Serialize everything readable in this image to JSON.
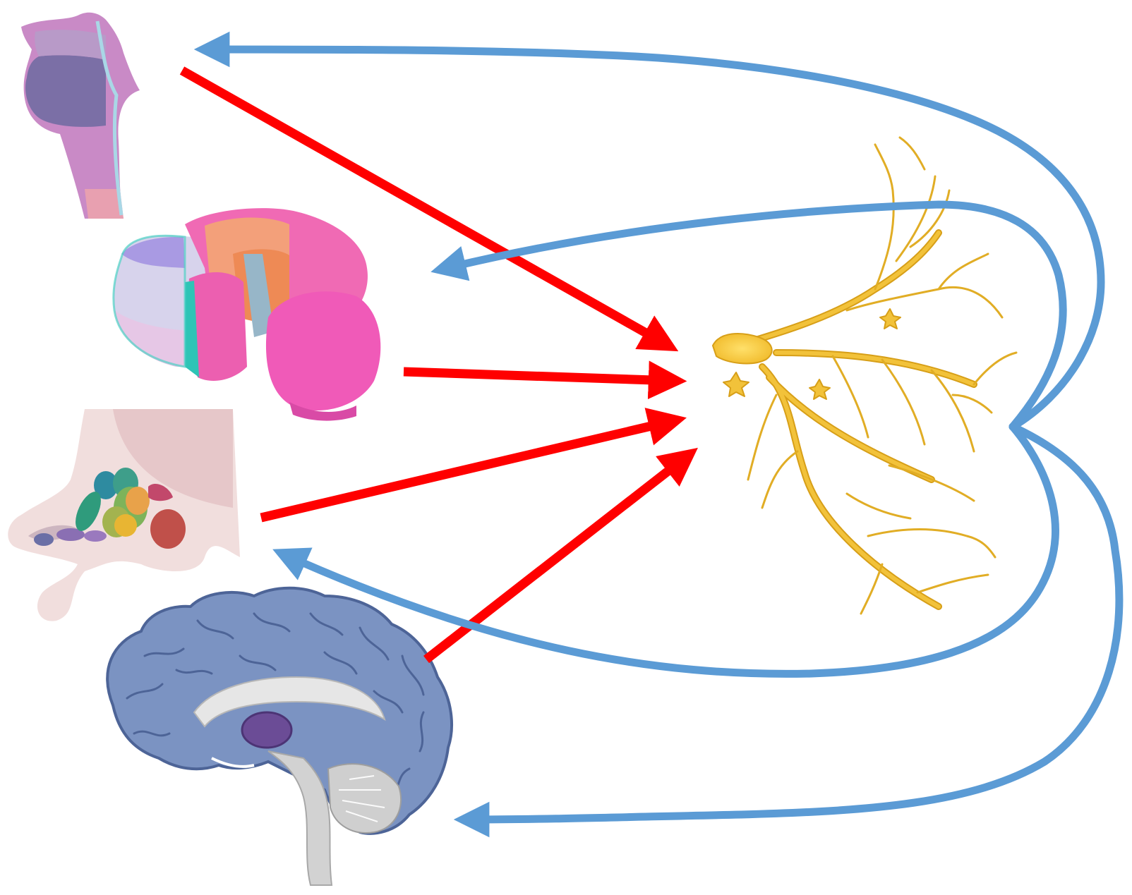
{
  "colors": {
    "background": "#ffffff",
    "afferent_arrow": "#ff0000",
    "efferent_arrow": "#5b9bd5",
    "neuron": "#f2c23a",
    "neuron_outline": "#d79f18",
    "spinal_cord_purple": "#7b6fa6",
    "spinal_cord_pink": "#c98ac6",
    "brainstem_pink": "#f26ac0",
    "brainstem_orange": "#f08a52",
    "hypothalamus_bg": "#e9cfd1",
    "cerebrum_blue": "#7b93c2",
    "cerebrum_outline": "#4d6497",
    "thalamus_purple": "#6b4c96",
    "cerebellum_gray": "#cfcfcf"
  },
  "icons": {
    "spinal_cord": "spinal-cord-icon",
    "brainstem": "brainstem-icon",
    "hypothalamus": "hypothalamus-icon",
    "brain": "brain-sagittal-icon",
    "neuron": "neuron-icon"
  },
  "connections": {
    "afferent": [
      "spinal_cord",
      "brainstem",
      "hypothalamus",
      "brain"
    ],
    "efferent": [
      "spinal_cord",
      "brainstem",
      "hypothalamus",
      "brain"
    ]
  }
}
